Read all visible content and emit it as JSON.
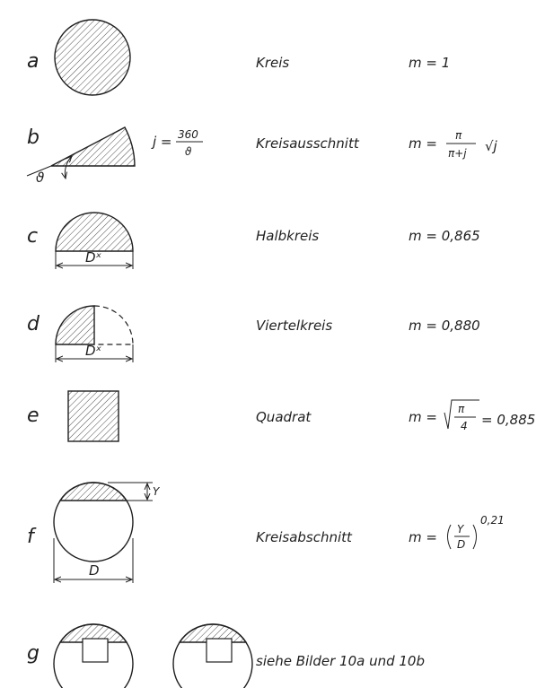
{
  "rows": [
    {
      "letter": "a",
      "name": "Kreis",
      "formula": "m = 1"
    },
    {
      "letter": "b",
      "name": "Kreisausschnitt",
      "formula_prefix": "m =",
      "formula_num": "π",
      "formula_den": "π+j",
      "formula_suffix": "√j",
      "aux": "j =",
      "aux_num": "360",
      "aux_den": "ϑ",
      "angle_symbol": "ϑ"
    },
    {
      "letter": "c",
      "name": "Halbkreis",
      "formula": "m = 0,865",
      "dim": "Dˣ"
    },
    {
      "letter": "d",
      "name": "Viertelkreis",
      "formula": "m = 0,880",
      "dim": "Dˣ"
    },
    {
      "letter": "e",
      "name": "Quadrat",
      "formula_prefix": "m =",
      "formula_num": "π",
      "formula_den": "4",
      "formula_suffix": "= 0,885"
    },
    {
      "letter": "f",
      "name": "Kreisabschnitt",
      "formula_prefix": "m =",
      "formula_num": "Y",
      "formula_den": "D",
      "formula_exp": "0,21",
      "dim": "D",
      "dim_y": "Y"
    },
    {
      "letter": "g",
      "name": "siehe  Bilder  10a  und  10b"
    }
  ]
}
